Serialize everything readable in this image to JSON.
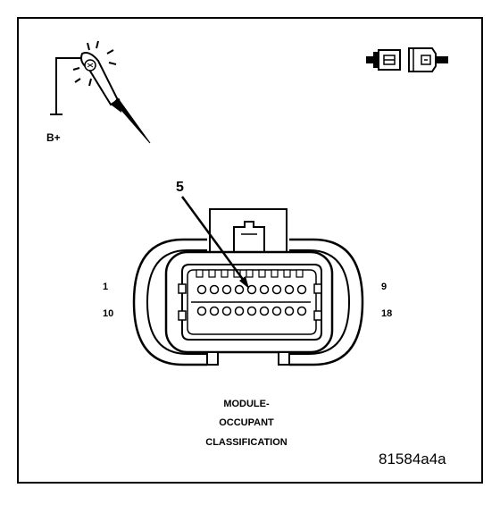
{
  "probe_tool": {
    "icon": "test-light-probe-icon",
    "supply_label": "B+"
  },
  "connector_symbol": {
    "icon": "connector-disconnected-icon"
  },
  "connector": {
    "callout_label": "5",
    "pin_labels": {
      "top_left": "1",
      "top_right": "9",
      "bottom_left": "10",
      "bottom_right": "18"
    },
    "rows": [
      9,
      9
    ]
  },
  "title_lines": [
    "MODULE-",
    "OCCUPANT",
    "CLASSIFICATION"
  ],
  "figure_code": "81584a4a"
}
